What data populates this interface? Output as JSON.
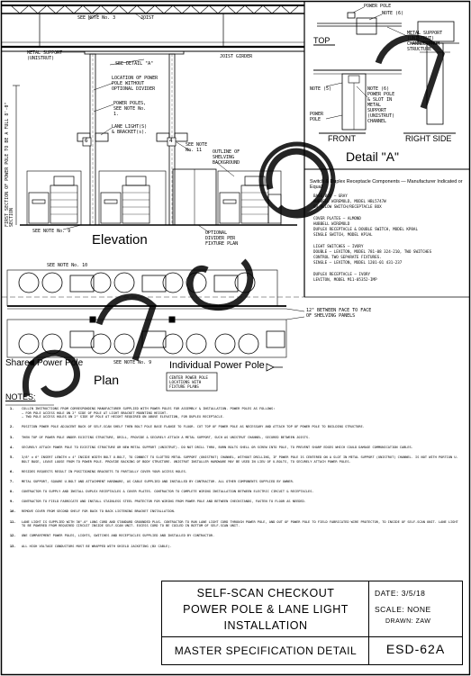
{
  "callouts": {
    "see_note_3": "SEE NOTE No. 3",
    "joist": "JOIST",
    "metal_support": "METAL SUPPORT (UNISTRUT)",
    "see_detail_a": "SEE DETAIL \"A\"",
    "joist_girder": "JOIST GIRDER",
    "location_of_power_pole": "LOCATION OF POWER POLE WITHOUT OPTIONAL DIVIDER",
    "power_poles_see_note": "POWER POLES, SEE NOTE No. 1.",
    "lane_light_bracket": "LANE LIGHT(S) & BRACKET(s).",
    "see_note_11": "SEE NOTE No. 11",
    "outline_of_shelving": "OUTLINE OF SHELVING BACKGROUND",
    "see_note_9_elev": "SEE NOTE No. 9",
    "optional_divider": "OPTIONAL DIVIDER PER FIXTURE PLAN",
    "first_section": "FIRST SECTION OF POWER POLE TO BE A FULL 8'-0\" SECTION",
    "see_note_10": "SEE NOTE No. 10",
    "see_note_9_plan": "SEE NOTE No. 9",
    "between_face": "12\" BETWEEN FACE TO FACE OF SHELVING PANELS",
    "center_pole": "CENTER POWER POLE LOCATIONS WITH FIXTURE PLANS",
    "dim_6": "6",
    "dim_4": "4"
  },
  "views": {
    "elevation": "Elevation",
    "plan": "Plan",
    "shared_power_pole": "Shared Power Pole",
    "individual_power_pole": "Individual Power Pole",
    "notes_heading": "NOTES:"
  },
  "detail": {
    "top_power_pole": "POWER POLE",
    "top_note": "NOTE (6)",
    "top": "TOP",
    "metal_support": "METAL SUPPORT (UNISTRUT) CHANNEL FROM STRUCTURE",
    "note_5": "NOTE (5)",
    "pole_note": "NOTE (6) POWER POLE & SLOT IN METAL SUPPORT (UNISTRUT) CHANNEL",
    "power_pole": "POWER POLE",
    "front": "FRONT",
    "right_side": "RIGHT SIDE",
    "title": "Detail \"A\"",
    "components_title": "Switch & Duplex Receptacle Components — Manufacturer Indicated or Equal",
    "components": [
      "BASE BOX — GRAY",
      "HUBBELL WIREMOLD, MODEL HBL5747W",
      "OR ALLOW SWITCH/RECEPTACLE BOX",
      "",
      "COVER PLATES — ALMOND",
      "HUBBELL WIREMOLD",
      "DUPLEX RECEPTACLE & DOUBLE SWITCH, MODEL KP8AL",
      "SINGLE SWITCH, MODEL KP1AL",
      "",
      "LIGHT SWITCHES — IVORY",
      "DOUBLE — LEVITON, MODEL 781-08 324-210, TWO SWITCHES",
      "CONTROL TWO SEPARATE FIXTURES.",
      "SINGLE — LEVITON, MODEL 1201-01 431-237",
      "",
      "DUPLEX RECEPTACLE — IVORY",
      "LEVITON, MODEL M11-05352-IMP"
    ]
  },
  "notes": [
    {
      "n": "1.",
      "text": "COLLIN INSTRUCTIONS FROM CORRESPONDING MANUFACTURER SUPPLIED WITH POWER POLES FOR ASSEMBLY & INSTALLATION. POWER POLES AS FOLLOWS:",
      "subs": [
        "– FOR POLE ACCESS HOLE ON 2\" SIDE OF POLE AT LIGHT BRACKET MOUNTING HEIGHT.",
        "– TWO POLE ACCESS HOLES ON 2\" SIDE OF POLE AT HEIGHT REQUIRED ON ABOVE ELEVATION, FOR DUPLEX RECEPTACLE."
      ]
    },
    {
      "n": "2.",
      "text": "POSITION POWER POLE ADJACENT BACK OF SELF-SCAN SHELF THEN BOLT POLE BASE FLANGE TO FLOOR. CUT TOP OF POWER POLE AS NECESSARY AND ATTACH TOP OF POWER POLE TO BUILDING STRUCTURE.",
      "subs": []
    },
    {
      "n": "3.",
      "text": "THEN TOP OF POWER POLE UNDER EXISTING STRUCTURE, DRILL, PROVIDE & SECURELY ATTACH A METAL SUPPORT, SUCH AS UNISTRUT CHANNEL, SECURED BETWEEN JOISTS.",
      "subs": []
    },
    {
      "n": "4.",
      "text": "SECURELY ATTACH POWER POLE TO EXISTING STRUCTURE OR NEW METAL SUPPORT (UNISTRUT). DO NOT DRILL THRU, BURN BOLTS SHELL OR SCREW INTO POLE, TO PREVENT SHARP EDGES WHICH COULD DAMAGE COMMUNICATION CABLES.",
      "subs": []
    },
    {
      "n": "5.",
      "text": "3/8\" x 6\" INSERT LENGTH x 4\" INSIDE WIDTH BOLT U-BOLT, TO CONNECT TO SLOTTED METAL SUPPORT (UNISTRUT) CHANNEL, WITHOUT DRILLING, IF POWER POLE IS CENTERED ON A SLOT IN METAL SUPPORT (UNISTRUT) CHANNEL. IS NOT WITH PORTION U-BOLT BASE, LEAVE LOOSE FROM TO POWER POLE. PROVIDE BACKING OF BODY STRUCTURE. UNISTRUT INSTALLER HARDWARE MAY BE USED IN LIEU OF U-BOLTS, TO SECURELY ATTACH POWER POLES.",
      "subs": []
    },
    {
      "n": "6.",
      "text": "RESIDES REQUESTS RESULT IN POSITIONING BRACKETS TO PARTIALLY COVER YOUR ACCESS HOLES.",
      "subs": []
    },
    {
      "n": "7.",
      "text": "METAL SUPPORT, SQUARE U-BOLT AND ATTACHMENT HARDWARE, AS CABLE SUPPLIED AND INSTALLED BY CONTRACTOR. ALL OTHER COMPONENTS SUPPLIED BY OWNER.",
      "subs": []
    },
    {
      "n": "8.",
      "text": "CONTRACTOR TO SUPPLY AND INSTALL DUPLEX RECEPTACLES & COVER PLATES. CONTRACTOR TO COMPLETE WIRING INSTALLATION BETWEEN ELECTRIC CIRCUIT & RECEPTACLES.",
      "subs": []
    },
    {
      "n": "9.",
      "text": "CONTRACTOR TO FIELD FABRICATE AND INSTALL STAINLESS STEEL PROTECTOR FOR WIRING FROM POWER POLE AND BETWEEN CHECKSTANDS, FASTEN TO FLOOR AS NEEDED.",
      "subs": []
    },
    {
      "n": "10.",
      "text": "REMOVE COVER FROM SECOND SHELF FOR BACK TO BACK LISTENING BRACKET INSTALLATION.",
      "subs": []
    },
    {
      "n": "11.",
      "text": "LANE LIGHT IS SUPPLIED WITH 36\"-0\" LONG CORD AND STANDARD GROUNDED PLUG. CONTRACTOR TO RUN LANE LIGHT CORD THROUGH POWER POLE, AND OUT OF POWER POLE TO FIELD FABRICATED WIRE PROTECTOR, TO INSIDE OF SELF-SCAN UNIT. LANE LIGHT TO BE POWERED FROM REQUIRED CIRCUIT INSIDE SELF-SCAN UNIT. EXCESS CORD TO BE COILED IN BOTTOM OF SELF-SCAN UNIT.",
      "subs": []
    },
    {
      "n": "12.",
      "text": "ONE COMPARTMENT POWER POLES, LIGHTS, SWITCHES AND RECEPTACLES SUPPLIED AND INSTALLED BY CONTRACTOR.",
      "subs": []
    },
    {
      "n": "13.",
      "text": "ALL HIGH VOLTAGE CONDUCTORS MUST BE WRAPPED WITH SHIELD JACKETING (BX CABLE).",
      "subs": []
    }
  ],
  "title_block": {
    "line1": "SELF-SCAN CHECKOUT",
    "line2": "POWER POLE & LANE LIGHT",
    "line3": "INSTALLATION",
    "master": "MASTER SPECIFICATION DETAIL",
    "date_label": "DATE:",
    "date": "3/5/18",
    "scale_label": "SCALE:",
    "scale": "NONE",
    "drawn_label": "DRAWN:",
    "drawn": "ZAW",
    "number": "ESD-62A"
  }
}
